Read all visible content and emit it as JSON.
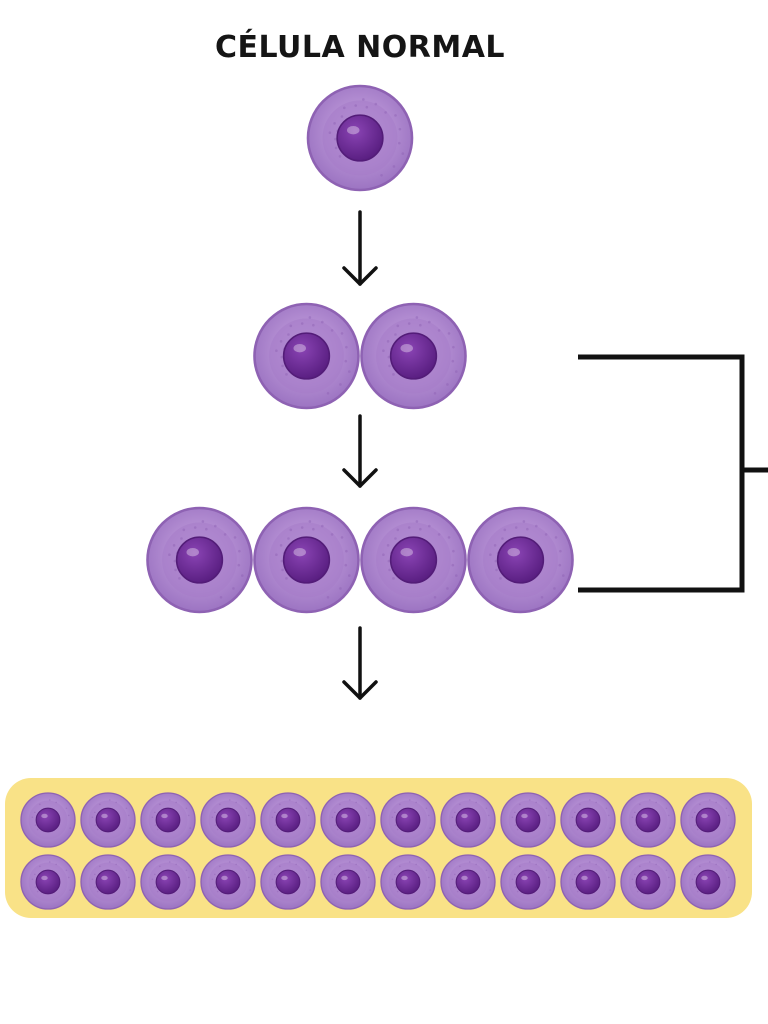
{
  "title": "CÉLULA NORMAL",
  "colors": {
    "cell_outer": "#b48cd1",
    "cell_mid": "#a57bc8",
    "cell_edge": "#8e62b3",
    "nucleus": "#6f2f98",
    "nucleus_dark": "#531c78",
    "tissue_background": "#f9e287",
    "line": "#111111"
  },
  "icons": [
    "down-arrow-icon",
    "bracket-icon"
  ],
  "stages": [
    {
      "name": "stage-1",
      "cell_count": 1
    },
    {
      "name": "stage-2",
      "cell_count": 2
    },
    {
      "name": "stage-3",
      "cell_count": 4
    }
  ],
  "tissue": {
    "rows": 2,
    "cells_per_row": 12
  }
}
